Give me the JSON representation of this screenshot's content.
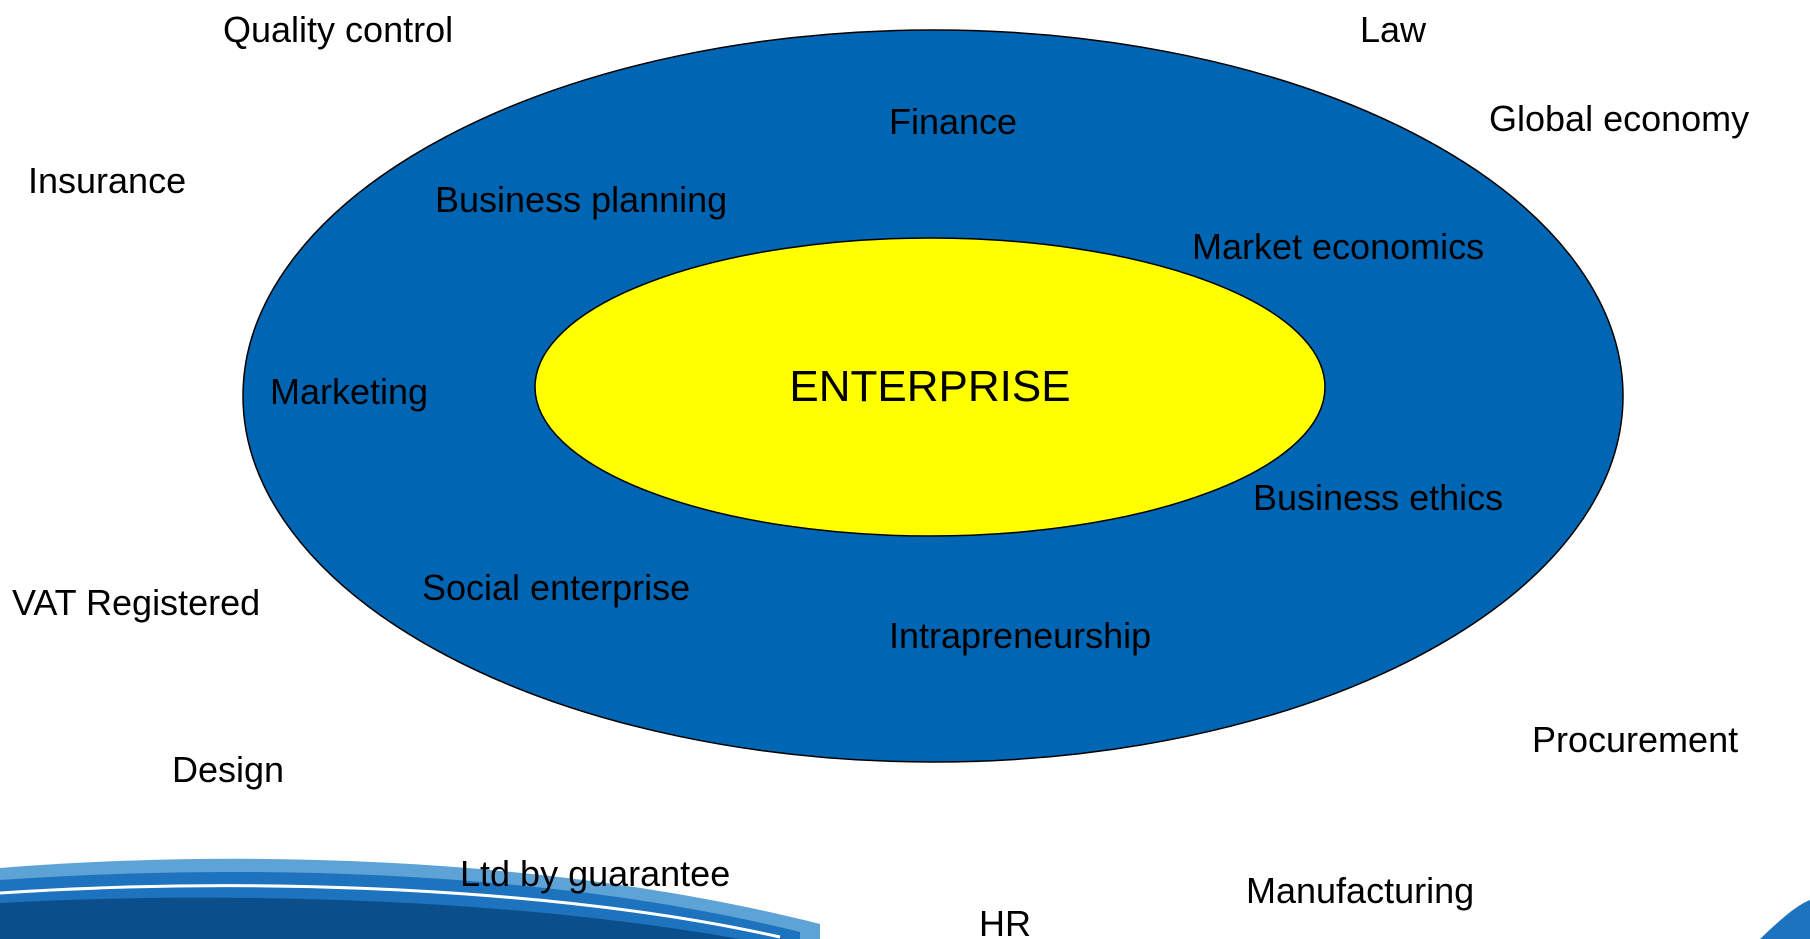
{
  "colors": {
    "outer_fill": "#0066B3",
    "inner_fill": "#FFFF00",
    "outline": "#000000",
    "wave_light": "#5EA3D6",
    "wave_mid": "#1E73BE",
    "wave_dark": "#0B4E8C"
  },
  "center": {
    "label": "ENTERPRISE"
  },
  "inner_ring": {
    "finance": "Finance",
    "business_planning": "Business planning",
    "market_economics": "Market economics",
    "marketing": "Marketing",
    "business_ethics": "Business ethics",
    "social_enterprise": "Social enterprise",
    "intrapreneurship": "Intrapreneurship"
  },
  "outer_topics": {
    "quality_control": "Quality control",
    "law": "Law",
    "global_economy": "Global economy",
    "insurance": "Insurance",
    "vat_registered": "VAT Registered",
    "procurement": "Procurement",
    "design": "Design",
    "ltd_by_guarantee": "Ltd by guarantee",
    "manufacturing": "Manufacturing",
    "hr": "HR"
  }
}
